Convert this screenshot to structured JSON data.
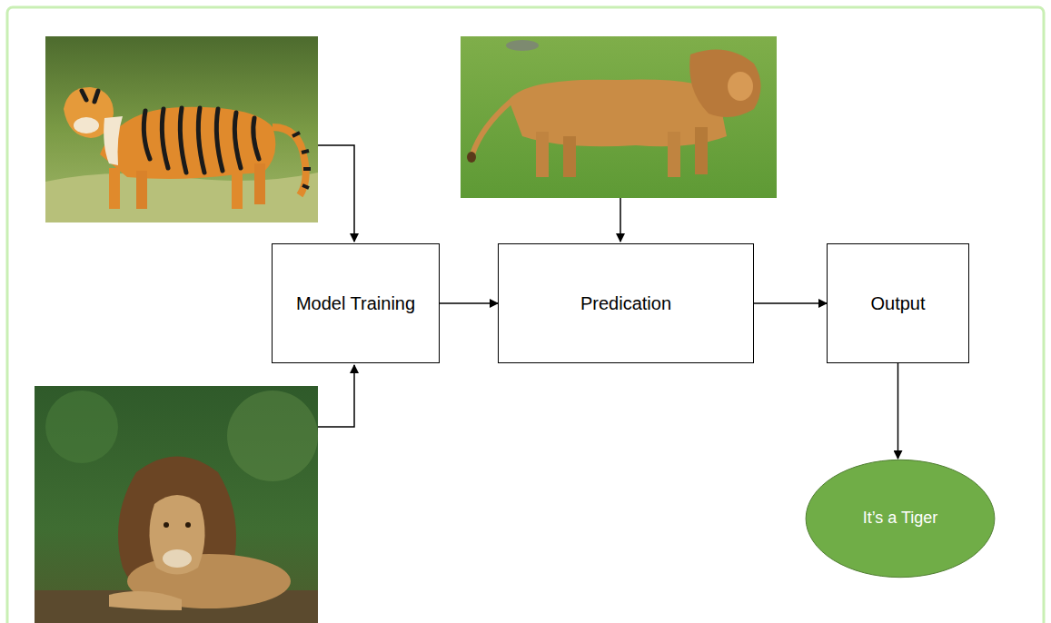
{
  "diagram": {
    "nodes": [
      {
        "text": [
          "Model Training"
        ]
      },
      {
        "text": [
          "Predication"
        ]
      },
      {
        "text": [
          "Output"
        ]
      },
      {
        "text": [
          "It’s a Tiger"
        ]
      }
    ],
    "edges": [
      {
        "from": 0,
        "to": 1,
        "arrow": "to"
      },
      {
        "from": 1,
        "to": 2,
        "arrow": "to"
      },
      {
        "from": 2,
        "to": 3,
        "arrow": "to"
      }
    ]
  }
}
